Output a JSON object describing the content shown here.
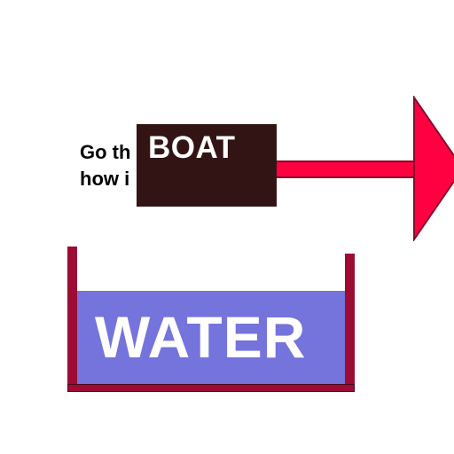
{
  "instruction": {
    "line1": "Go th",
    "line2": "how i"
  },
  "boat": {
    "label": "BOAT"
  },
  "water": {
    "label": "WATER"
  },
  "colors": {
    "arrow_fill": "#ff0040",
    "arrow_stroke": "#8a0a2a",
    "boat_fill": "#331414",
    "tank_wall": "#9c0c34",
    "water_fill": "#7474dc",
    "label_text": "#ffffff"
  },
  "icons": {
    "arrow": "arrow-right-icon"
  }
}
